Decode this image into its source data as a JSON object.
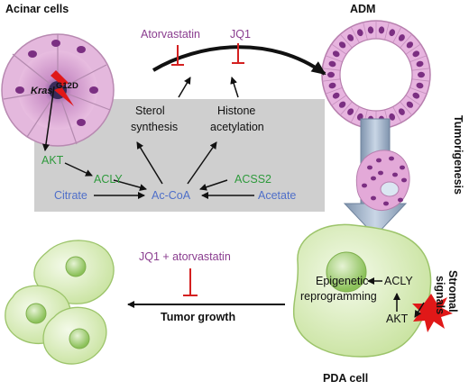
{
  "labels": {
    "acinar_cells": "Acinar cells",
    "adm": "ADM",
    "kras": "Kras",
    "kras_mutation": "G12D",
    "atorvastatin": "Atorvastatin",
    "jq1": "JQ1",
    "sterol_synthesis_l1": "Sterol",
    "sterol_synthesis_l2": "synthesis",
    "histone_acetylation_l1": "Histone",
    "histone_acetylation_l2": "acetylation",
    "akt": "AKT",
    "acly": "ACLY",
    "acss2": "ACSS2",
    "citrate": "Citrate",
    "ac_coa": "Ac-CoA",
    "acetate": "Acetate",
    "tumorigenesis": "Tumorigenesis",
    "jq1_atorvastatin": "JQ1 + atorvastatin",
    "tumor_growth": "Tumor growth",
    "epigenetic_l1": "Epigenetic",
    "epigenetic_l2": "reprogramming",
    "pda_acly": "ACLY",
    "pda_akt": "AKT",
    "stromal_l1": "Stromal",
    "stromal_l2": "signals",
    "pda_cell": "PDA cell"
  },
  "colors": {
    "green": "#2e9a3c",
    "blue": "#4f6fc9",
    "purple": "#8a3d8f",
    "red": "#d42020",
    "panel_gray": "#d0d0d0",
    "cell_green": "#d8ecb6",
    "cell_green_dark": "#a9cf7a",
    "acinar_pink": "#e2a8d6",
    "arrow_steel": "#9fb3cc"
  }
}
